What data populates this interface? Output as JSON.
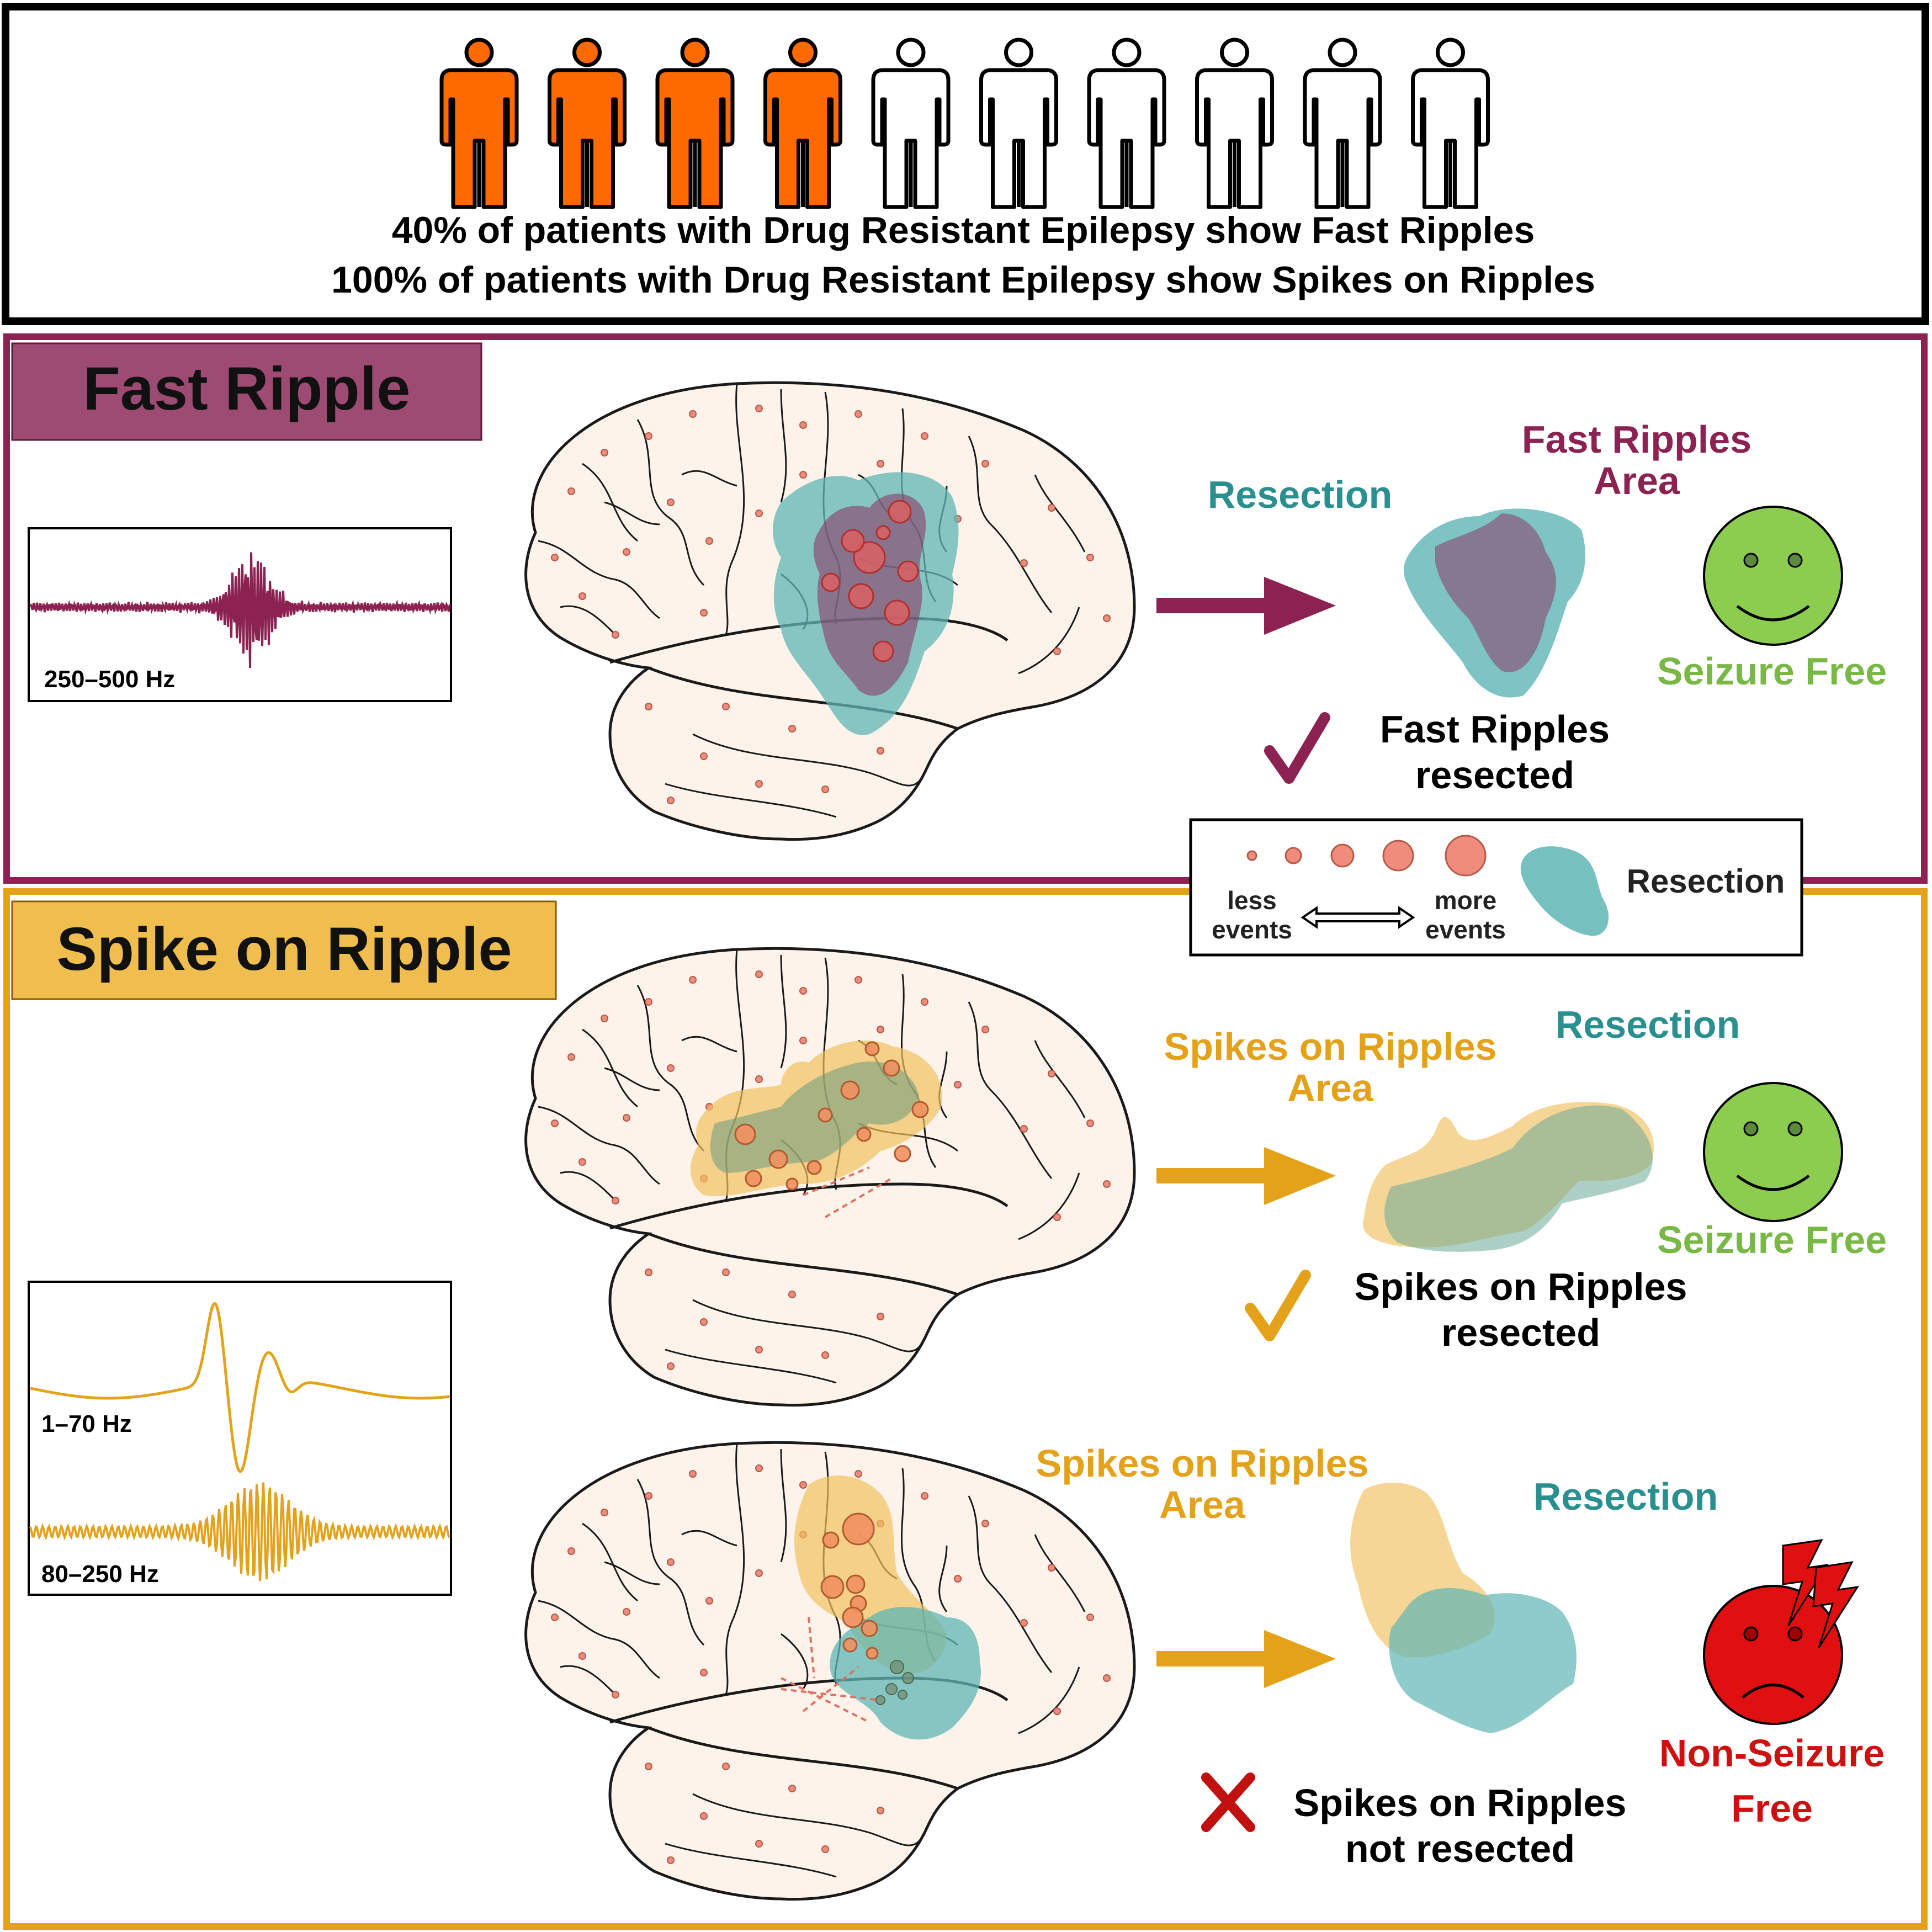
{
  "header": {
    "line1": "40% of patients with Drug Resistant Epilepsy show Fast Ripples",
    "line2": "100% of patients with Drug Resistant Epilepsy show Spikes on Ripples",
    "patients_highlighted": 4,
    "patients_total": 10
  },
  "fast_ripple": {
    "title": "Fast Ripple",
    "signal_label": "250–500 Hz",
    "resection_label": "Resection",
    "area_label_line1": "Fast Ripples",
    "area_label_line2": "Area",
    "outcome": "Seizure Free",
    "check_line1": "Fast Ripples",
    "check_line2": "resected"
  },
  "legend": {
    "less_line1": "less",
    "less_line2": "events",
    "more_line1": "more",
    "more_line2": "events",
    "resection": "Resection"
  },
  "spike_on_ripple": {
    "title": "Spike on Ripple",
    "signal_label_low": "1–70 Hz",
    "signal_label_high": "80–250 Hz",
    "case1": {
      "area_label_line1": "Spikes on Ripples",
      "area_label_line2": "Area",
      "resection_label": "Resection",
      "outcome": "Seizure Free",
      "check_line1": "Spikes on Ripples",
      "check_line2": "resected"
    },
    "case2": {
      "area_label_line1": "Spikes on Ripples",
      "area_label_line2": "Area",
      "resection_label": "Resection",
      "outcome_line1": "Non-Seizure",
      "outcome_line2": "Free",
      "cross_line1": "Spikes on Ripples",
      "cross_line2": "not resected"
    }
  },
  "colors": {
    "fast_ripple": "#8b2252",
    "fast_ripple_header": "#9e4b73",
    "spike_ripple": "#e3a21a",
    "spike_ripple_header": "#f0be4f",
    "resection": "#5fb5b5",
    "patient_orange": "#ff6a00",
    "brain_fill": "#fdf3ea",
    "dot": "#ef8c7c",
    "happy_face": "#8ccc4e",
    "sad_face": "#e01010",
    "seizure_free_text": "#78b844",
    "non_seizure_text": "#d01010"
  }
}
